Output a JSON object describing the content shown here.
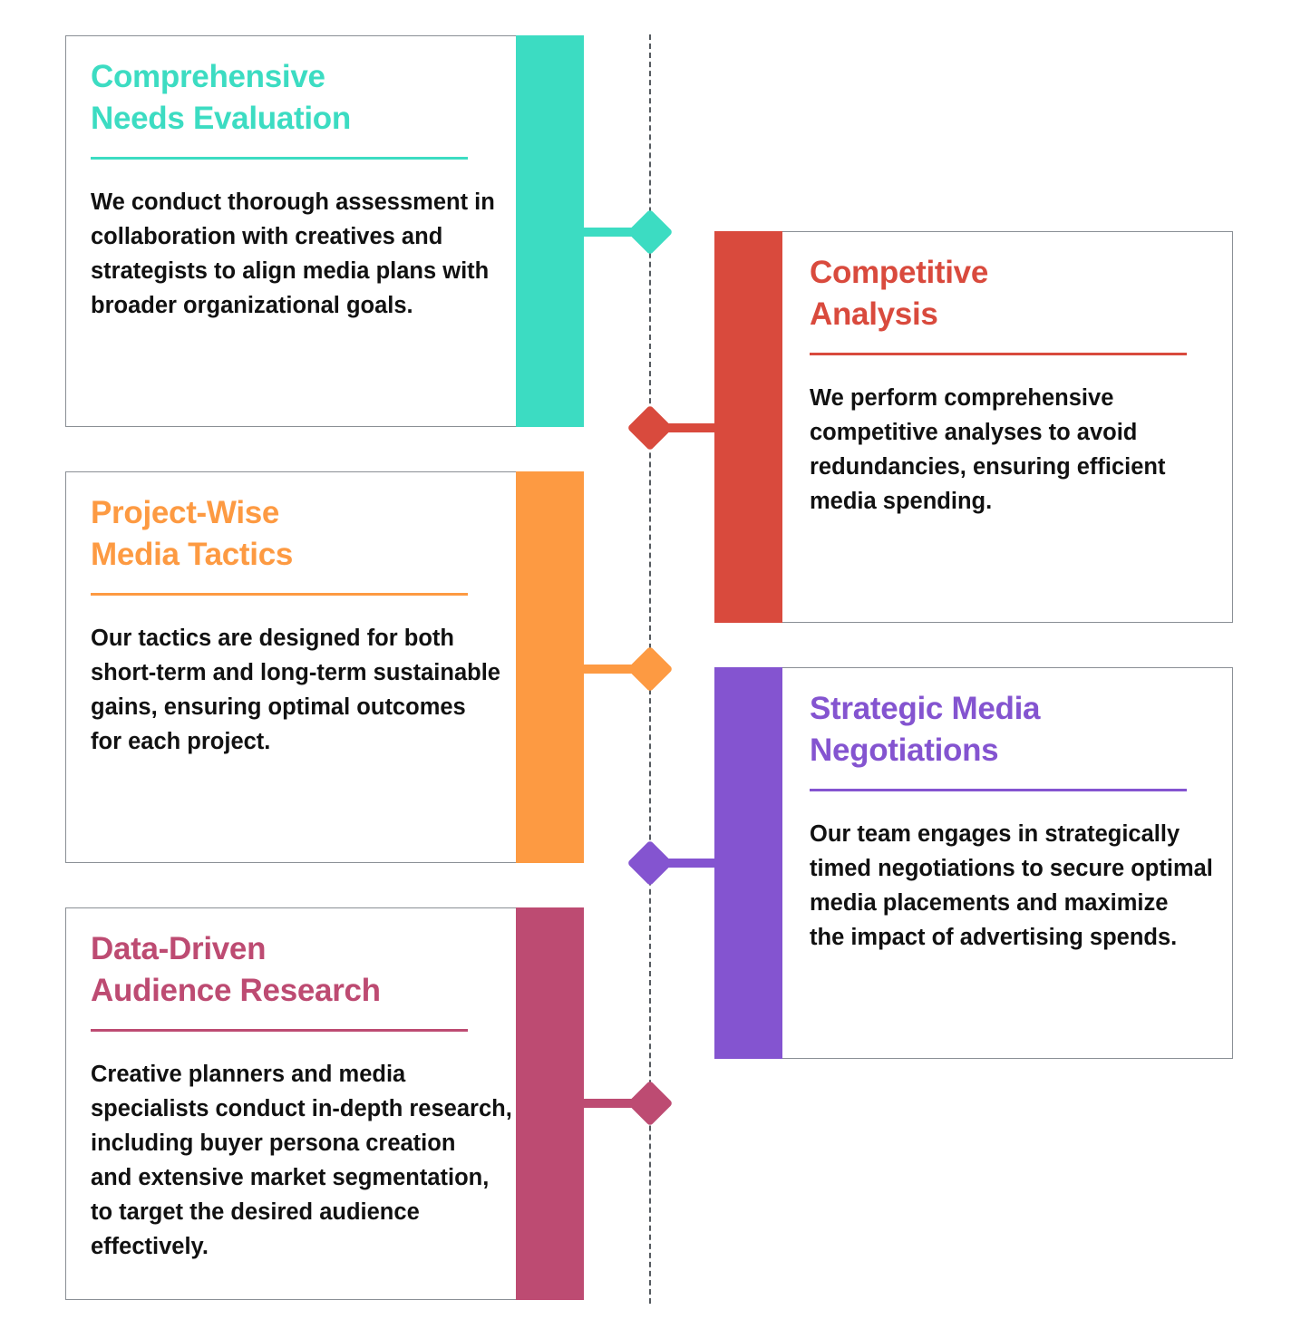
{
  "colors": {
    "teal": "#3cdcc2",
    "red": "#d94a3d",
    "orange": "#fd9a42",
    "purple": "#8454d0",
    "magenta": "#bd4b72",
    "axis": "#555a5f"
  },
  "steps": [
    {
      "title": "Comprehensive\nNeeds Evaluation",
      "text": "We conduct thorough assessment in\ncollaboration with creatives and\nstrategists to align media plans with\nbroader organizational goals."
    },
    {
      "title": "Competitive\nAnalysis",
      "text": "We perform comprehensive\ncompetitive analyses to avoid\nredundancies, ensuring efficient\nmedia spending."
    },
    {
      "title": "Project-Wise\nMedia Tactics",
      "text": "Our tactics are designed for both\nshort-term and long-term sustainable\ngains, ensuring optimal outcomes\nfor each project."
    },
    {
      "title": "Strategic Media\nNegotiations",
      "text": "Our team engages in strategically\ntimed negotiations to secure optimal\nmedia placements and maximize\nthe impact of advertising spends."
    },
    {
      "title": "Data-Driven\nAudience Research",
      "text": "Creative planners and media\nspecialists conduct in-depth research,\n including buyer persona creation\nand extensive market segmentation,\nto target the desired audience\neffectively."
    }
  ]
}
